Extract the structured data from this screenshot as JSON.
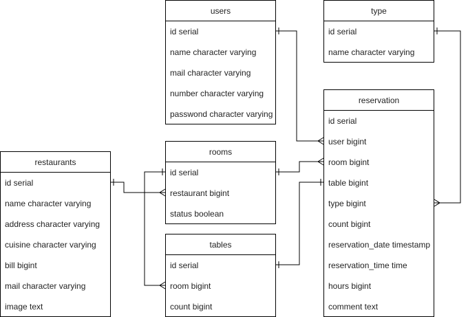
{
  "entities": {
    "users": {
      "title": "users",
      "fields": [
        "id serial",
        "name character varying",
        "mail character varying",
        "number character varying",
        "passwond character varying"
      ]
    },
    "type": {
      "title": "type",
      "fields": [
        "id serial",
        "name character varying"
      ]
    },
    "reservation": {
      "title": "reservation",
      "fields": [
        "id serial",
        "user bigint",
        "room bigint",
        "table bigint",
        "type bigint",
        "count bigint",
        "reservation_date timestamp",
        "reservation_time time",
        "hours bigint",
        "comment text"
      ]
    },
    "rooms": {
      "title": "rooms",
      "fields": [
        "id serial",
        "restaurant bigint",
        "status boolean"
      ]
    },
    "restaurants": {
      "title": "restaurants",
      "fields": [
        "id serial",
        "name character varying",
        "address character varying",
        "cuisine character varying",
        "bill bigint",
        "mail character varying",
        "image text"
      ]
    },
    "tables": {
      "title": "tables",
      "fields": [
        "id serial",
        "room bigint",
        "count bigint"
      ]
    }
  }
}
